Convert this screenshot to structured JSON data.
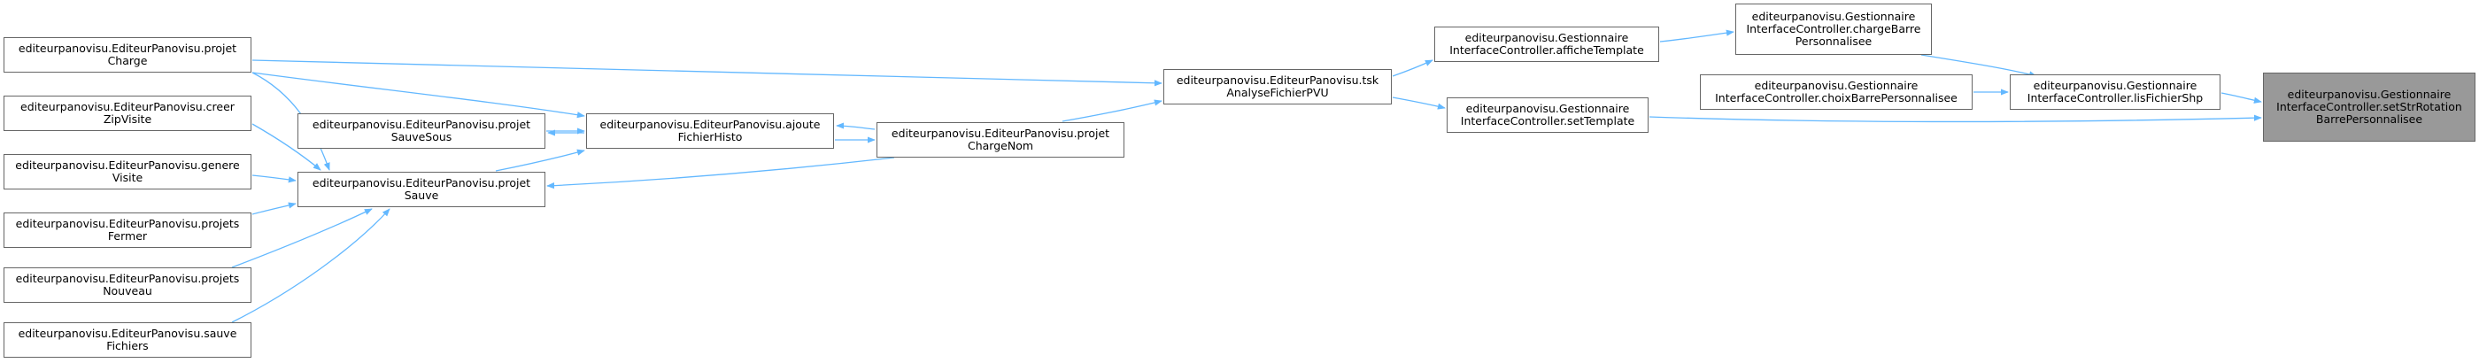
{
  "diagram": {
    "type": "call-graph",
    "colors": {
      "edge": "#63b8ff",
      "node_border": "#666666",
      "focus_fill": "#999999"
    },
    "nodes": {
      "setStrRotation": "editeurpanovisu.Gestionnaire\nInterfaceController.setStrRotation\nBarrePersonnalisee",
      "lisFichierShp": "editeurpanovisu.Gestionnaire\nInterfaceController.lisFichierShp",
      "chargeBarre": "editeurpanovisu.Gestionnaire\nInterfaceController.chargeBarre\nPersonnalisee",
      "choixBarre": "editeurpanovisu.Gestionnaire\nInterfaceController.choixBarrePersonnalisee",
      "afficheTemplate": "editeurpanovisu.Gestionnaire\nInterfaceController.afficheTemplate",
      "setTemplate": "editeurpanovisu.Gestionnaire\nInterfaceController.setTemplate",
      "tskAnalyse": "editeurpanovisu.EditeurPanovisu.tsk\nAnalyseFichierPVU",
      "projetChargeNom": "editeurpanovisu.EditeurPanovisu.projet\nChargeNom",
      "ajouteFichierHisto": "editeurpanovisu.EditeurPanovisu.ajoute\nFichierHisto",
      "projetSauveSous": "editeurpanovisu.EditeurPanovisu.projet\nSauveSous",
      "projetSauve": "editeurpanovisu.EditeurPanovisu.projet\nSauve",
      "projetCharge": "editeurpanovisu.EditeurPanovisu.projet\nCharge",
      "creerZipVisite": "editeurpanovisu.EditeurPanovisu.creer\nZipVisite",
      "genereVisite": "editeurpanovisu.EditeurPanovisu.genere\nVisite",
      "projetsFermer": "editeurpanovisu.EditeurPanovisu.projets\nFermer",
      "projetsNouveau": "editeurpanovisu.EditeurPanovisu.projets\nNouveau",
      "sauveFichiers": "editeurpanovisu.EditeurPanovisu.sauve\nFichiers"
    }
  }
}
